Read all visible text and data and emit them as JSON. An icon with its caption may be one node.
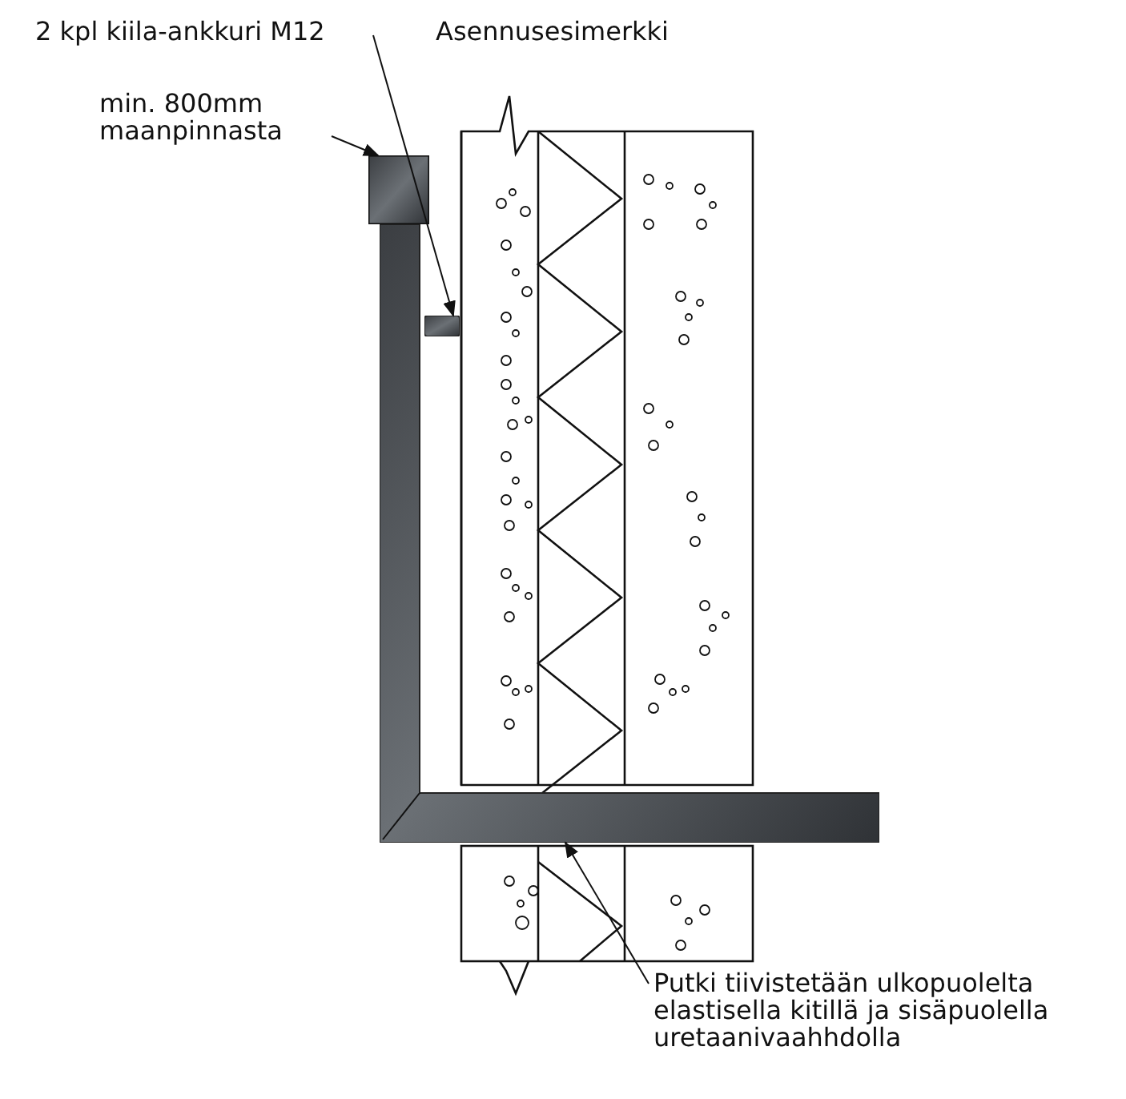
{
  "diagram": {
    "title": "Asennusesimerkki",
    "nodes": [
      {
        "text": [
          "2 kpl kiila-ankkuri M12"
        ]
      },
      {
        "text": [],
        "shape": "bar"
      },
      {
        "text": [
          "min. 800mm maanpinnasta"
        ]
      },
      {
        "text": [],
        "shape": "box"
      },
      {
        "text": [
          "Putki tiivistetään ulkopuolelta elastisella kitillä ja sisäpuolella uretaanivaahhdolla"
        ]
      },
      {
        "text": [],
        "shape": "bar"
      }
    ],
    "edges": [
      {
        "from": 0,
        "to": 1,
        "arrow": "to"
      },
      {
        "from": 2,
        "to": 3,
        "arrow": "to"
      },
      {
        "from": 4,
        "to": 5,
        "arrow": "to"
      }
    ]
  }
}
